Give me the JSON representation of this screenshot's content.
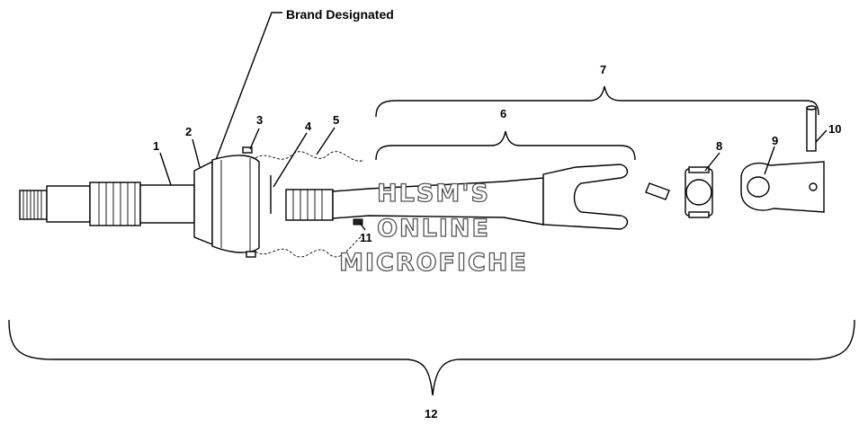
{
  "diagram": {
    "brand_label": "Brand Designated",
    "callouts": [
      "1",
      "2",
      "3",
      "4",
      "5",
      "6",
      "7",
      "8",
      "9",
      "10",
      "11",
      "12"
    ],
    "watermark": [
      "HLSM'S",
      "ONLINE",
      "MICROFICHE"
    ]
  }
}
